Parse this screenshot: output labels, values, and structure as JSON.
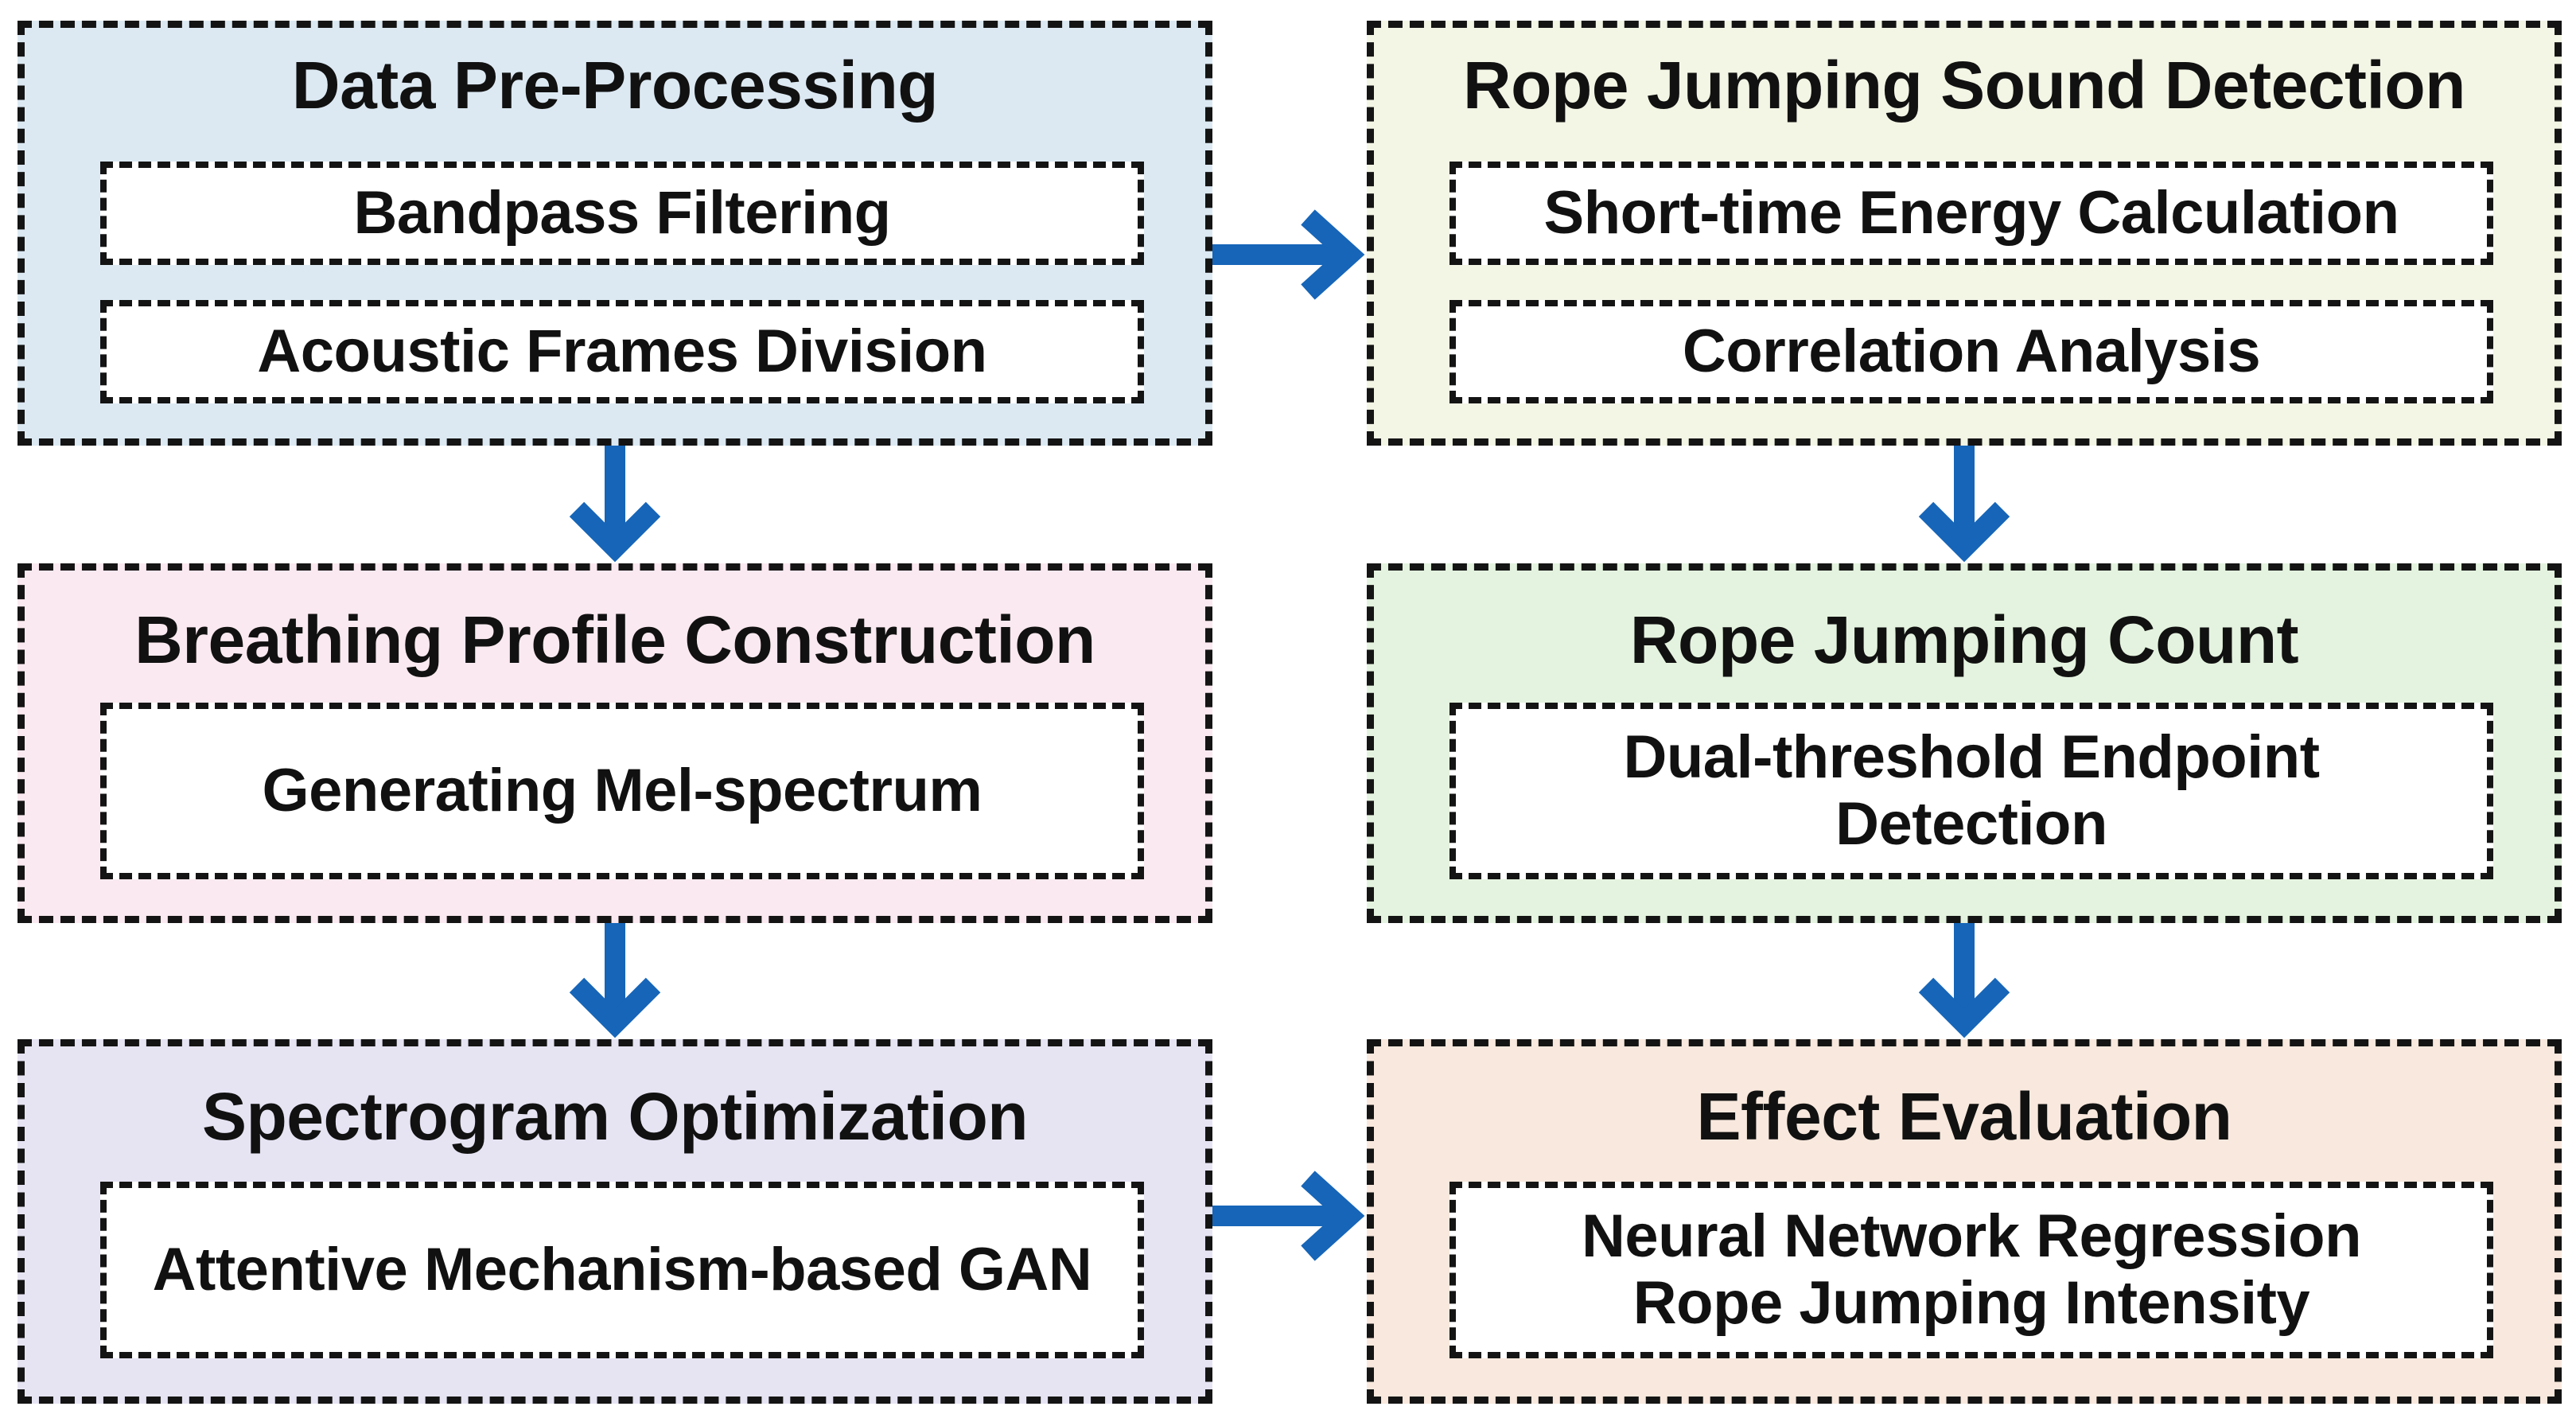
{
  "colors": {
    "arrow": "#1665b8",
    "border": "#141414",
    "preprocessing_bg": "#dce9f3",
    "breathing_bg": "#fae9f0",
    "spectrogram_bg": "#e6e4f3",
    "sound_detection_bg": "#f3f5e5",
    "count_bg": "#e4f3df",
    "evaluation_bg": "#f8e8dd"
  },
  "boxes": {
    "preprocessing": {
      "title": "Data Pre-Processing",
      "steps": [
        "Bandpass Filtering",
        "Acoustic Frames Division"
      ]
    },
    "breathing": {
      "title": "Breathing Profile Construction",
      "steps": [
        "Generating Mel-spectrum"
      ]
    },
    "spectrogram": {
      "title": "Spectrogram Optimization",
      "steps": [
        "Attentive Mechanism-based GAN"
      ]
    },
    "sound_detection": {
      "title": "Rope Jumping Sound Detection",
      "steps": [
        "Short-time Energy Calculation",
        "Correlation Analysis"
      ]
    },
    "count": {
      "title": "Rope Jumping Count",
      "steps": [
        [
          "Dual-threshold Endpoint",
          "Detection"
        ]
      ]
    },
    "evaluation": {
      "title": "Effect Evaluation",
      "steps": [
        [
          "Neural Network Regression",
          "Rope Jumping Intensity"
        ]
      ]
    }
  }
}
